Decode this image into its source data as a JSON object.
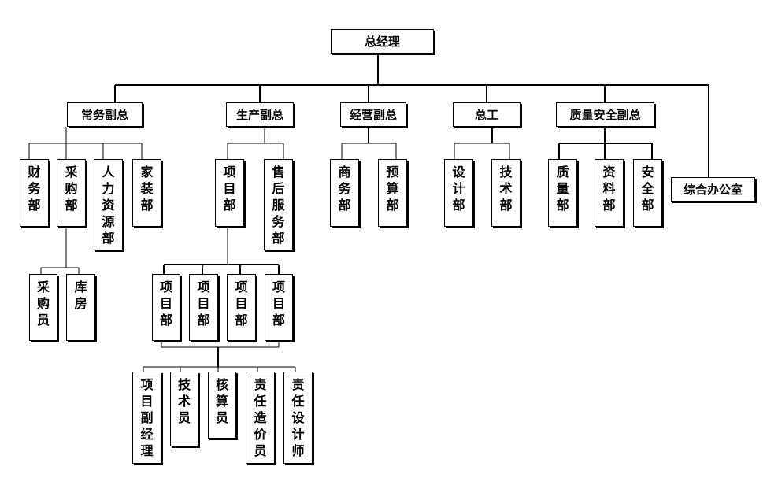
{
  "org": {
    "gm": "总经理",
    "vp_routine": "常务副总",
    "vp_production": "生产副总",
    "vp_operations": "经营副总",
    "chief_engineer": "总工",
    "vp_quality_safety": "质量安全副总",
    "general_office": "综合办公室",
    "finance": "财务部",
    "purchasing": "采购部",
    "hr": "人力资源部",
    "decoration": "家装部",
    "buyer": "采购员",
    "warehouse": "库房",
    "project_dept": "项目部",
    "after_sales": "售后服务部",
    "business": "商务部",
    "budget": "预算部",
    "design": "设计部",
    "technical": "技术部",
    "quality": "质量部",
    "materials": "资料部",
    "safety": "安全部",
    "project_dept_1": "项目部",
    "project_dept_2": "项目部",
    "project_dept_3": "项目部",
    "project_dept_4": "项目部",
    "deputy_pm": "项目副经理",
    "technician": "技术员",
    "accountant": "核算员",
    "cost_engineer": "责任造价员",
    "design_engineer": "责任设计师"
  }
}
